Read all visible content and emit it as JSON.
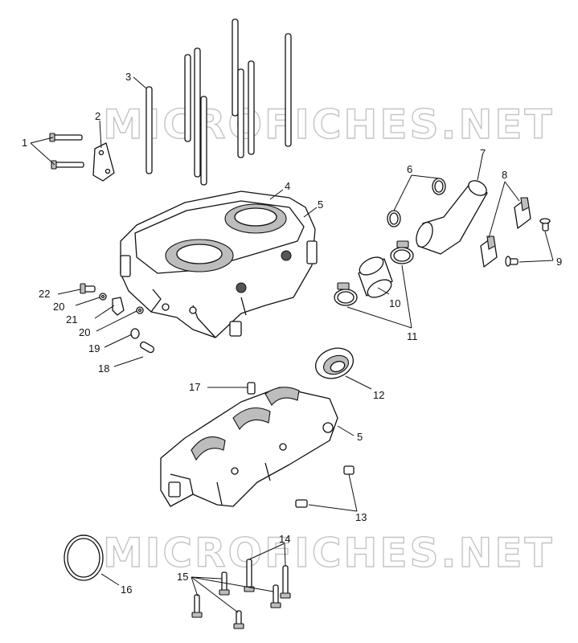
{
  "watermarks": [
    "MICROFICHES.NET",
    "MICROFICHES.NET"
  ],
  "callouts": {
    "c1": "1",
    "c2": "2",
    "c3": "3",
    "c4": "4",
    "c5a": "5",
    "c5b": "5",
    "c6": "6",
    "c7": "7",
    "c8": "8",
    "c9": "9",
    "c10": "10",
    "c11": "11",
    "c12": "12",
    "c13": "13",
    "c14": "14",
    "c15": "15",
    "c16": "16",
    "c17": "17",
    "c18": "18",
    "c19": "19",
    "c20a": "20",
    "c20b": "20",
    "c21": "21",
    "c22": "22"
  },
  "colors": {
    "line": "#111111",
    "watermark": "#c4c4c4",
    "shade": "#bdbdbd"
  }
}
